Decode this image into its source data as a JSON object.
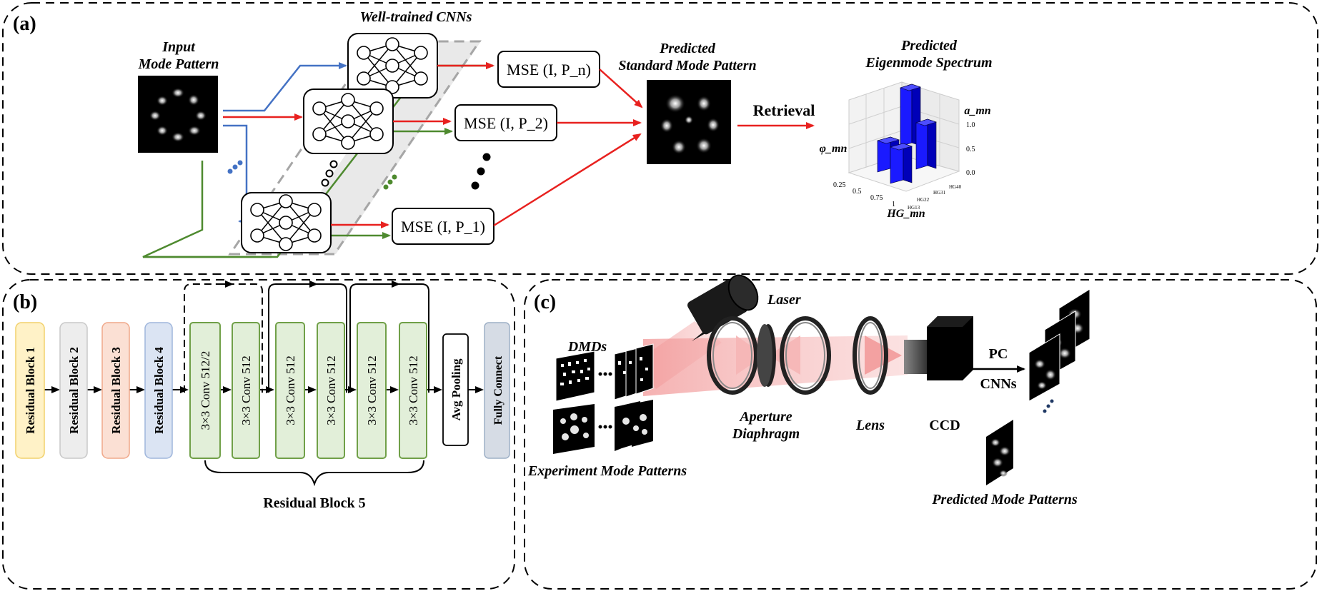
{
  "panel_a": {
    "label": "(a)",
    "input_title_1": "Input",
    "input_title_2": "Mode Pattern",
    "cnns_title": "Well-trained CNNs",
    "mse_n": "MSE (I, P_n)",
    "mse_2": "MSE (I, P_2)",
    "mse_1": "MSE (I, P_1)",
    "std_title_1": "Predicted",
    "std_title_2": "Standard Mode Pattern",
    "retrieval": "Retrieval",
    "spec_title_1": "Predicted",
    "spec_title_2": "Eigenmode Spectrum",
    "spectrum": {
      "z_label": "a_mn",
      "phi_label": "φ_mn",
      "hg_label": "HG_mn",
      "z_ticks": [
        "1.0",
        "0.5",
        "0.0"
      ],
      "phi_ticks": [
        "0.25",
        "0.5",
        "0.75",
        "1"
      ],
      "hg_ticks": [
        "HG13",
        "HG22",
        "HG31",
        "HG40"
      ]
    }
  },
  "panel_b": {
    "label": "(b)",
    "blocks": [
      "Residual Block 1",
      "Residual Block 2",
      "Residual Block 3",
      "Residual Block 4",
      "3×3 Conv 512/2",
      "3×3 Conv 512",
      "3×3 Conv 512",
      "3×3 Conv 512",
      "3×3 Conv 512",
      "3×3 Conv 512",
      "Avg Pooling",
      "Fully Connect"
    ],
    "brace_label": "Residual Block 5"
  },
  "panel_c": {
    "label": "(c)",
    "laser": "Laser",
    "dmds": "DMDs",
    "exp_patterns": "Experiment Mode Patterns",
    "aperture_1": "Aperture",
    "aperture_2": "Diaphragm",
    "lens": "Lens",
    "ccd": "CCD",
    "pc": "PC",
    "cnns": "CNNs",
    "pred_patterns": "Predicted Mode Patterns"
  },
  "colors": {
    "blue": "#4472c4",
    "red": "#e8211f",
    "green": "#4e8a2f",
    "bar_blue": "#1a1aff"
  }
}
